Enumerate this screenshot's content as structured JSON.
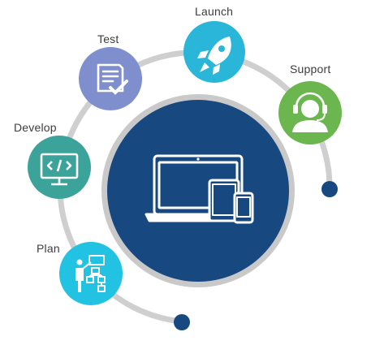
{
  "colors": {
    "ring": "#cfcfcf",
    "center_outer": "#c9c9c9",
    "center_fill": "#17487f",
    "endpoint": "#17487f",
    "launch": "#29b6d8",
    "test": "#7f8fcd",
    "support": "#6bb64f",
    "develop": "#3ba39a",
    "plan": "#22c2e3",
    "icon": "#ffffff"
  },
  "center": {
    "icon": "devices-icon"
  },
  "stages": [
    {
      "id": "launch",
      "label": "Launch",
      "icon": "rocket-icon"
    },
    {
      "id": "test",
      "label": "Test",
      "icon": "checklist-icon"
    },
    {
      "id": "support",
      "label": "Support",
      "icon": "headset-user-icon"
    },
    {
      "id": "develop",
      "label": "Develop",
      "icon": "code-monitor-icon"
    },
    {
      "id": "plan",
      "label": "Plan",
      "icon": "presentation-flowchart-icon"
    }
  ]
}
